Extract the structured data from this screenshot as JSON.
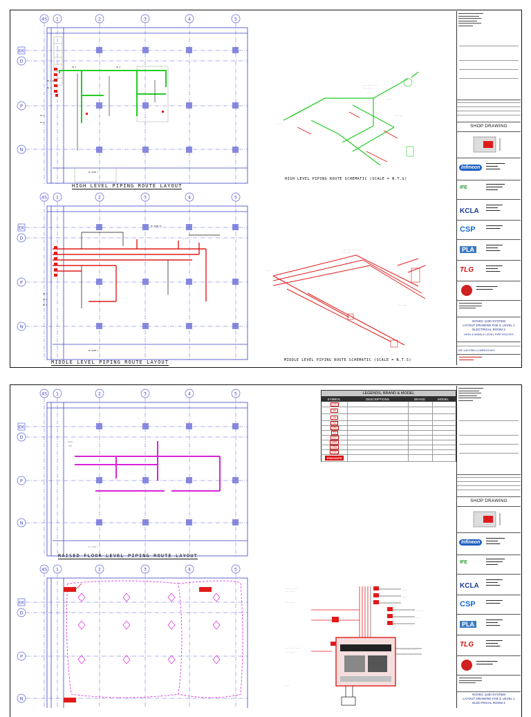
{
  "sheet1": {
    "plan_titles": {
      "high_level": "HIGH LEVEL PIPING ROUTE LAYOUT",
      "middle_level": "MIDDLE LEVEL PIPING ROUTE LAYOUT"
    },
    "schematic_titles": {
      "high_level": "HIGH LEVEL PIPING ROUTE SCHEMATIC (SCALE = N.T.S)",
      "middle_level": "MIDDLE LEVEL PIPING ROUTE SCHEMATIC (SCALE = N.T.S)"
    },
    "grid_columns": [
      "4S",
      "1",
      "2",
      "3",
      "4",
      "5"
    ],
    "grid_rows": [
      "EK",
      "D",
      "P",
      "N"
    ],
    "title_block": {
      "stage_label": "SHOP DRAWING",
      "title_lines": [
        "NOVEC 1230 SYSTEM",
        "LAYOUT DRAWING FAB 3, LEVEL 1",
        "ELECTRICAL ROOM 2",
        "HIGH & MIDDLE LEVEL PIPE ROUTES"
      ],
      "drawing_no": "INF-LAY-FB3-L1-MRKO2-001"
    }
  },
  "sheet2": {
    "plan_titles": {
      "raised_floor": "RAISED FLOOR LEVEL PIPING ROUTE LAYOUT"
    },
    "legend": {
      "title": "LEGENDS, BRAND & MODEL",
      "headers": [
        "SYMBOL",
        "DESCRIPTIONS",
        "BRAND",
        "MODEL"
      ],
      "rows": [
        {
          "symbol": "FCP",
          "evacuate": false
        },
        {
          "symbol": "SH",
          "evacuate": false
        },
        {
          "symbol": "SH",
          "evacuate": false
        },
        {
          "symbol": "BG",
          "evacuate": false
        },
        {
          "symbol": "APB",
          "evacuate": false
        },
        {
          "symbol": "ZV",
          "evacuate": false
        },
        {
          "symbol": "LEV",
          "evacuate": false
        },
        {
          "symbol": "MPR",
          "evacuate": false
        },
        {
          "symbol": "FSM",
          "evacuate": false
        },
        {
          "symbol": "PRV",
          "evacuate": false
        },
        {
          "symbol": "EVACUATE",
          "evacuate": true
        }
      ]
    },
    "title_block": {
      "stage_label": "SHOP DRAWING",
      "title_lines": [
        "NOVEC 1230 SYSTEM",
        "LAYOUT DRAWING FAB 3, LEVEL 1",
        "ELECTRICAL ROOM 2"
      ]
    }
  },
  "companies": {
    "c1": "Infineon",
    "c2": "IFE",
    "c3": "KCLA",
    "c4": "CSP",
    "c5": "PLA",
    "c6": "TLG"
  },
  "colors": {
    "grid_blue": "#5a5fd6",
    "pipe_green": "#22cc22",
    "pipe_red": "#e01a1a",
    "pipe_magenta": "#d822d8",
    "title_blue": "#1a2a8a"
  }
}
